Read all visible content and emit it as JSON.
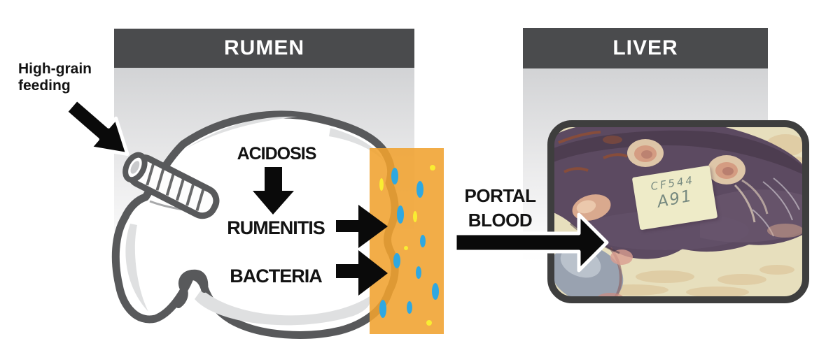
{
  "title": "High-grain feeding rumen acidosis to liver abscess pathway diagram",
  "rumen_section": {
    "header_label": "RUMEN",
    "cause_label_line1": "High-grain",
    "cause_label_line2": "feeding",
    "step_acidosis": "ACIDOSIS",
    "step_rumenitis": "RUMENITIS",
    "step_bacteria": "BACTERIA"
  },
  "transport": {
    "label_line1": "PORTAL",
    "label_line2": "BLOOD"
  },
  "liver_section": {
    "header_label": "LIVER",
    "photo_tag_line1": "CF544",
    "photo_tag_line2": "A91"
  },
  "icons": {
    "high_grain_arrow": "thick-arrow-down-right",
    "acidosis_arrow": "thick-arrow-down",
    "rumenitis_arrow": "thick-arrow-right",
    "bacteria_arrow": "thick-arrow-right",
    "portal_blood_arrow": "thick-arrow-right",
    "rumen_illustration": "cartoon-rumen-outline",
    "esophagus_tube": "ribbed-tube",
    "rumen_wall": "orange-panel-with-specks",
    "bacteria_dots": "blue-and-yellow-specks",
    "liver_photo": "gross-liver-with-abscesses-photo"
  },
  "colors": {
    "header_bar": "#4A4B4D",
    "header_text": "#FFFFFF",
    "panel_gray": "#D2D3D5",
    "outline_gray": "#58595B",
    "shading_gray": "#DFE0E1",
    "wall_orange": "#F0A22F",
    "dot_blue": "#2FA8E1",
    "dot_yellow": "#F9ED32",
    "arrow_black": "#0A0A0A",
    "text_black": "#131313",
    "photo_frame": "#3E3E3E",
    "photo_table_cream": "#E7DFBD",
    "liver_purple": "#5C4A61",
    "liver_dark": "#473848",
    "abscess_cream": "#E5CCAC",
    "abscess_pink": "#D49C82",
    "label_cream": "#EEEBC8",
    "label_ink": "#76897F",
    "gallbladder_gray": "#99A2B0"
  }
}
